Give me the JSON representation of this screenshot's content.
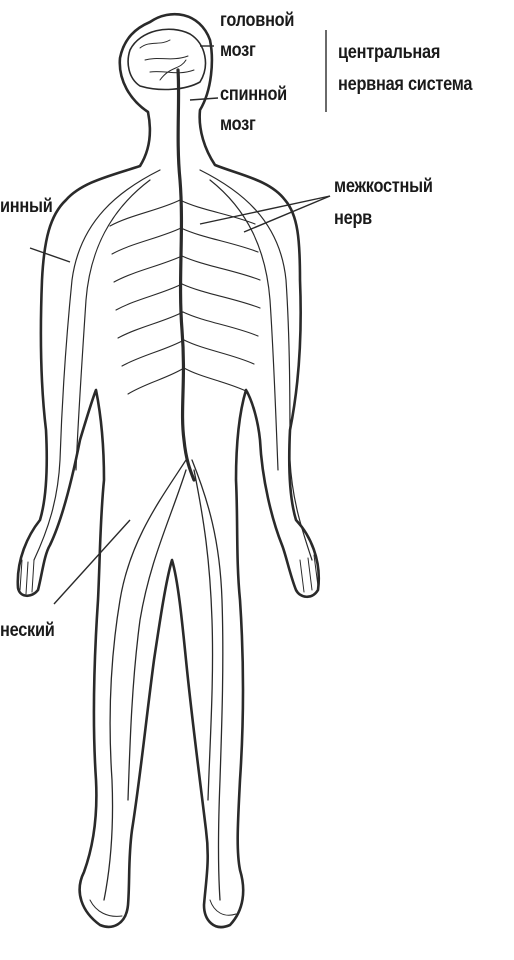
{
  "labels": {
    "brain_line1": "головной",
    "brain_line2": "мозг",
    "spinal_cord_line1": "спинной",
    "spinal_cord_line2": "мозг",
    "cns_line1": "центральная",
    "cns_line2": "нервная система",
    "intercostal_line1": "межкостный",
    "intercostal_line2": "нерв",
    "left_cut_top": "инный",
    "left_cut_bottom": "неский"
  },
  "colors": {
    "ink": "#1a1a1a",
    "background": "#ffffff"
  }
}
